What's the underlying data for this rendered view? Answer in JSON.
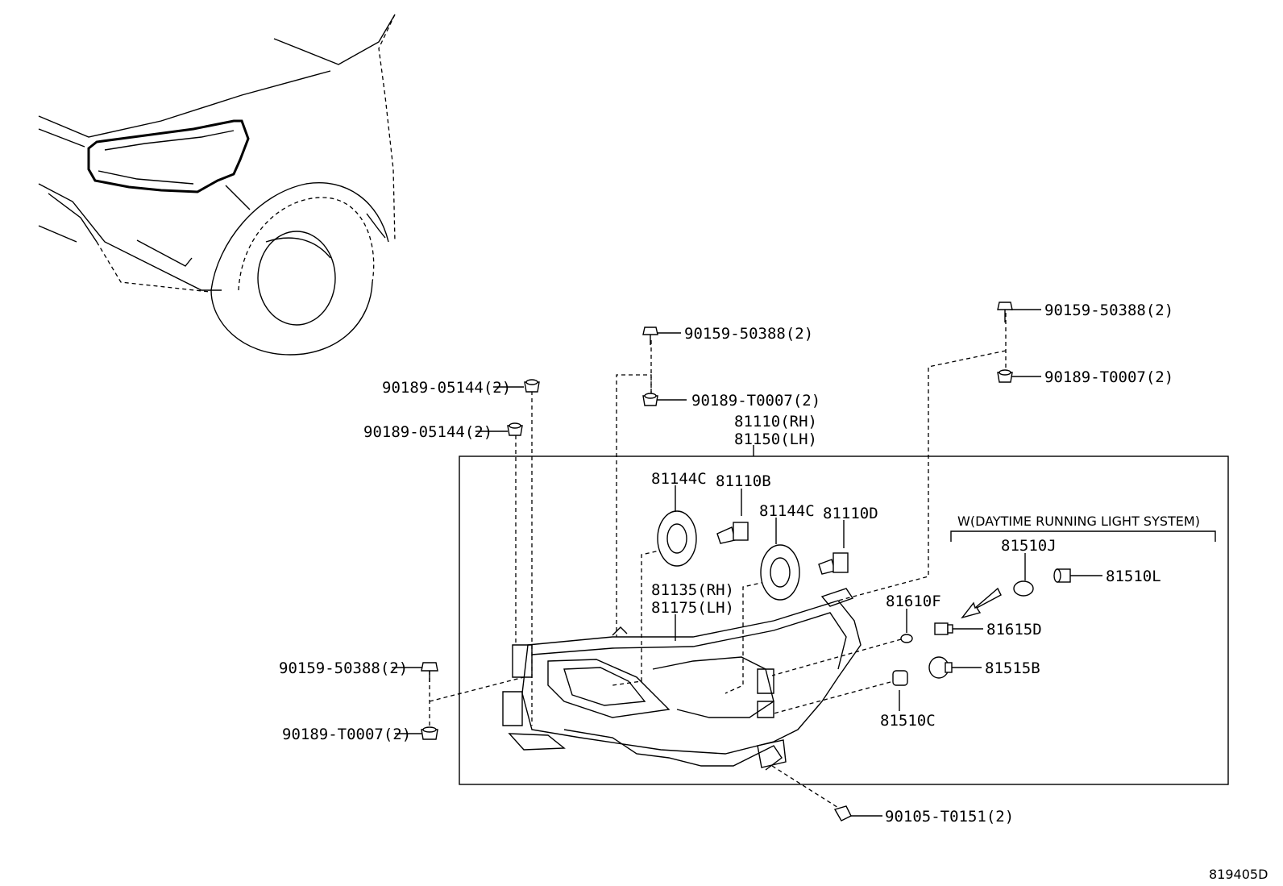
{
  "diagram_id": "819405D",
  "callouts": {
    "c01": "90159-50388(2)",
    "c02": "90189-T0007(2)",
    "c03": "90159-50388(2)",
    "c04": "90189-T0007(2)",
    "c05": "90189-05144(2)",
    "c06": "90189-05144(2)",
    "c07": "90159-50388(2)",
    "c08": "90189-T0007(2)",
    "c09": "90105-T0151(2)",
    "assy_rh": "81110(RH)",
    "assy_lh": "81150(LH)",
    "p81144c_a": "81144C",
    "p81110b": "81110B",
    "p81144c_b": "81144C",
    "p81110d": "81110D",
    "housing_rh": "81135(RH)",
    "housing_lh": "81175(LH)",
    "p81610f": "81610F",
    "p81615d": "81615D",
    "p81515b": "81515B",
    "p81510c": "81510C",
    "p81510j": "81510J",
    "p81510l": "81510L",
    "drl_condition": "W(DAYTIME RUNNING LIGHT SYSTEM)"
  },
  "icons": [
    "bolt-icon",
    "clip-nut-icon",
    "bulb-icon",
    "socket-icon",
    "seal-ring-icon",
    "direction-arrow-icon"
  ]
}
